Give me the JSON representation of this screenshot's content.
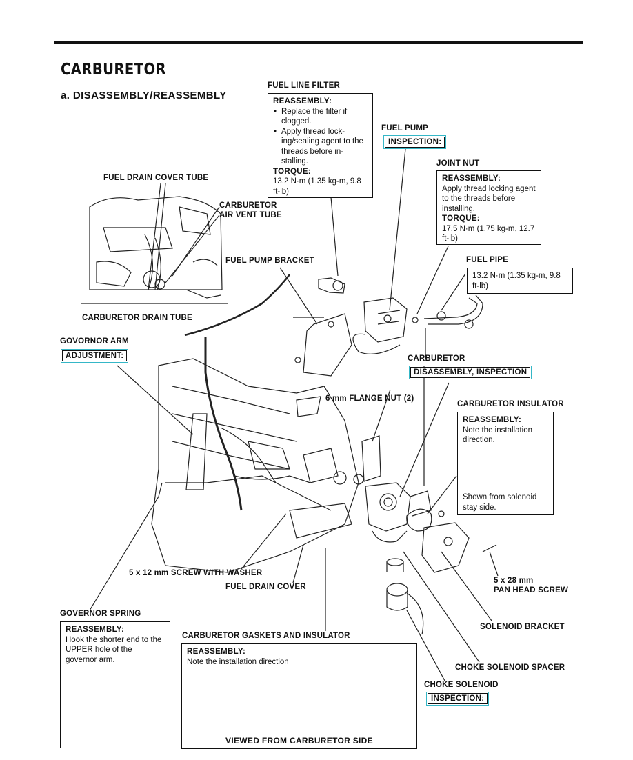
{
  "header": {
    "title": "CARBURETOR",
    "subtitle": "a. DISASSEMBLY/REASSEMBLY"
  },
  "fuel_line_filter": {
    "label": "FUEL LINE FILTER",
    "reassembly_heading": "REASSEMBLY:",
    "bullets": [
      "Replace the filter if clogged.",
      "Apply thread lock-ing/sealing agent to the threads before in-stalling."
    ],
    "torque_heading": "TORQUE:",
    "torque_value": "13.2 N·m (1.35 kg-m, 9.8 ft-lb)"
  },
  "fuel_pump": {
    "label": "FUEL PUMP",
    "tag": "INSPECTION:"
  },
  "joint_nut": {
    "label": "JOINT NUT",
    "reassembly_heading": "REASSEMBLY:",
    "note": "Apply thread locking agent to the threads before installing.",
    "torque_heading": "TORQUE:",
    "torque_value": "17.5 N·m (1.75 kg-m, 12.7 ft-lb)"
  },
  "fuel_pipe": {
    "label": "FUEL PIPE",
    "torque_value": "13.2 N·m (1.35 kg-m, 9.8 ft-lb)"
  },
  "upper_left": {
    "fuel_drain_cover_tube": "FUEL DRAIN COVER TUBE",
    "carburetor_air_vent_line1": "CARBURETOR",
    "carburetor_air_vent_line2": "AIR VENT TUBE",
    "fuel_pump_bracket": "FUEL PUMP BRACKET",
    "carburetor_drain_tube": "CARBURETOR DRAIN TUBE"
  },
  "governor_arm": {
    "label": "GOVORNOR ARM",
    "tag": "ADJUSTMENT:"
  },
  "carburetor": {
    "label": "CARBURETOR",
    "tag": "DISASSEMBLY, INSPECTION"
  },
  "flange_nut": "6 mm FLANGE NUT (2)",
  "carburetor_insulator": {
    "label": "CARBURETOR INSULATOR",
    "reassembly_heading": "REASSEMBLY:",
    "note": "Note the installation direction.",
    "caption": "Shown from solenoid stay side."
  },
  "screw_washer": "5 x 12 mm SCREW WITH WASHER",
  "fuel_drain_cover": "FUEL DRAIN COVER",
  "pan_head_screw_line1": "5 x 28 mm",
  "pan_head_screw_line2": "PAN HEAD SCREW",
  "governor_spring": {
    "label": "GOVERNOR SPRING",
    "reassembly_heading": "REASSEMBLY:",
    "note": "Hook the shorter end to the UPPER hole of the governor arm."
  },
  "solenoid_bracket": "SOLENOID BRACKET",
  "gaskets": {
    "label": "CARBURETOR GASKETS AND INSULATOR",
    "reassembly_heading": "REASSEMBLY:",
    "note": "Note the installation direction",
    "caption": "VIEWED FROM CARBURETOR SIDE"
  },
  "choke_solenoid_spacer": "CHOKE SOLENOID SPACER",
  "choke_solenoid": {
    "label": "CHOKE SOLENOID",
    "tag": "INSPECTION:"
  }
}
